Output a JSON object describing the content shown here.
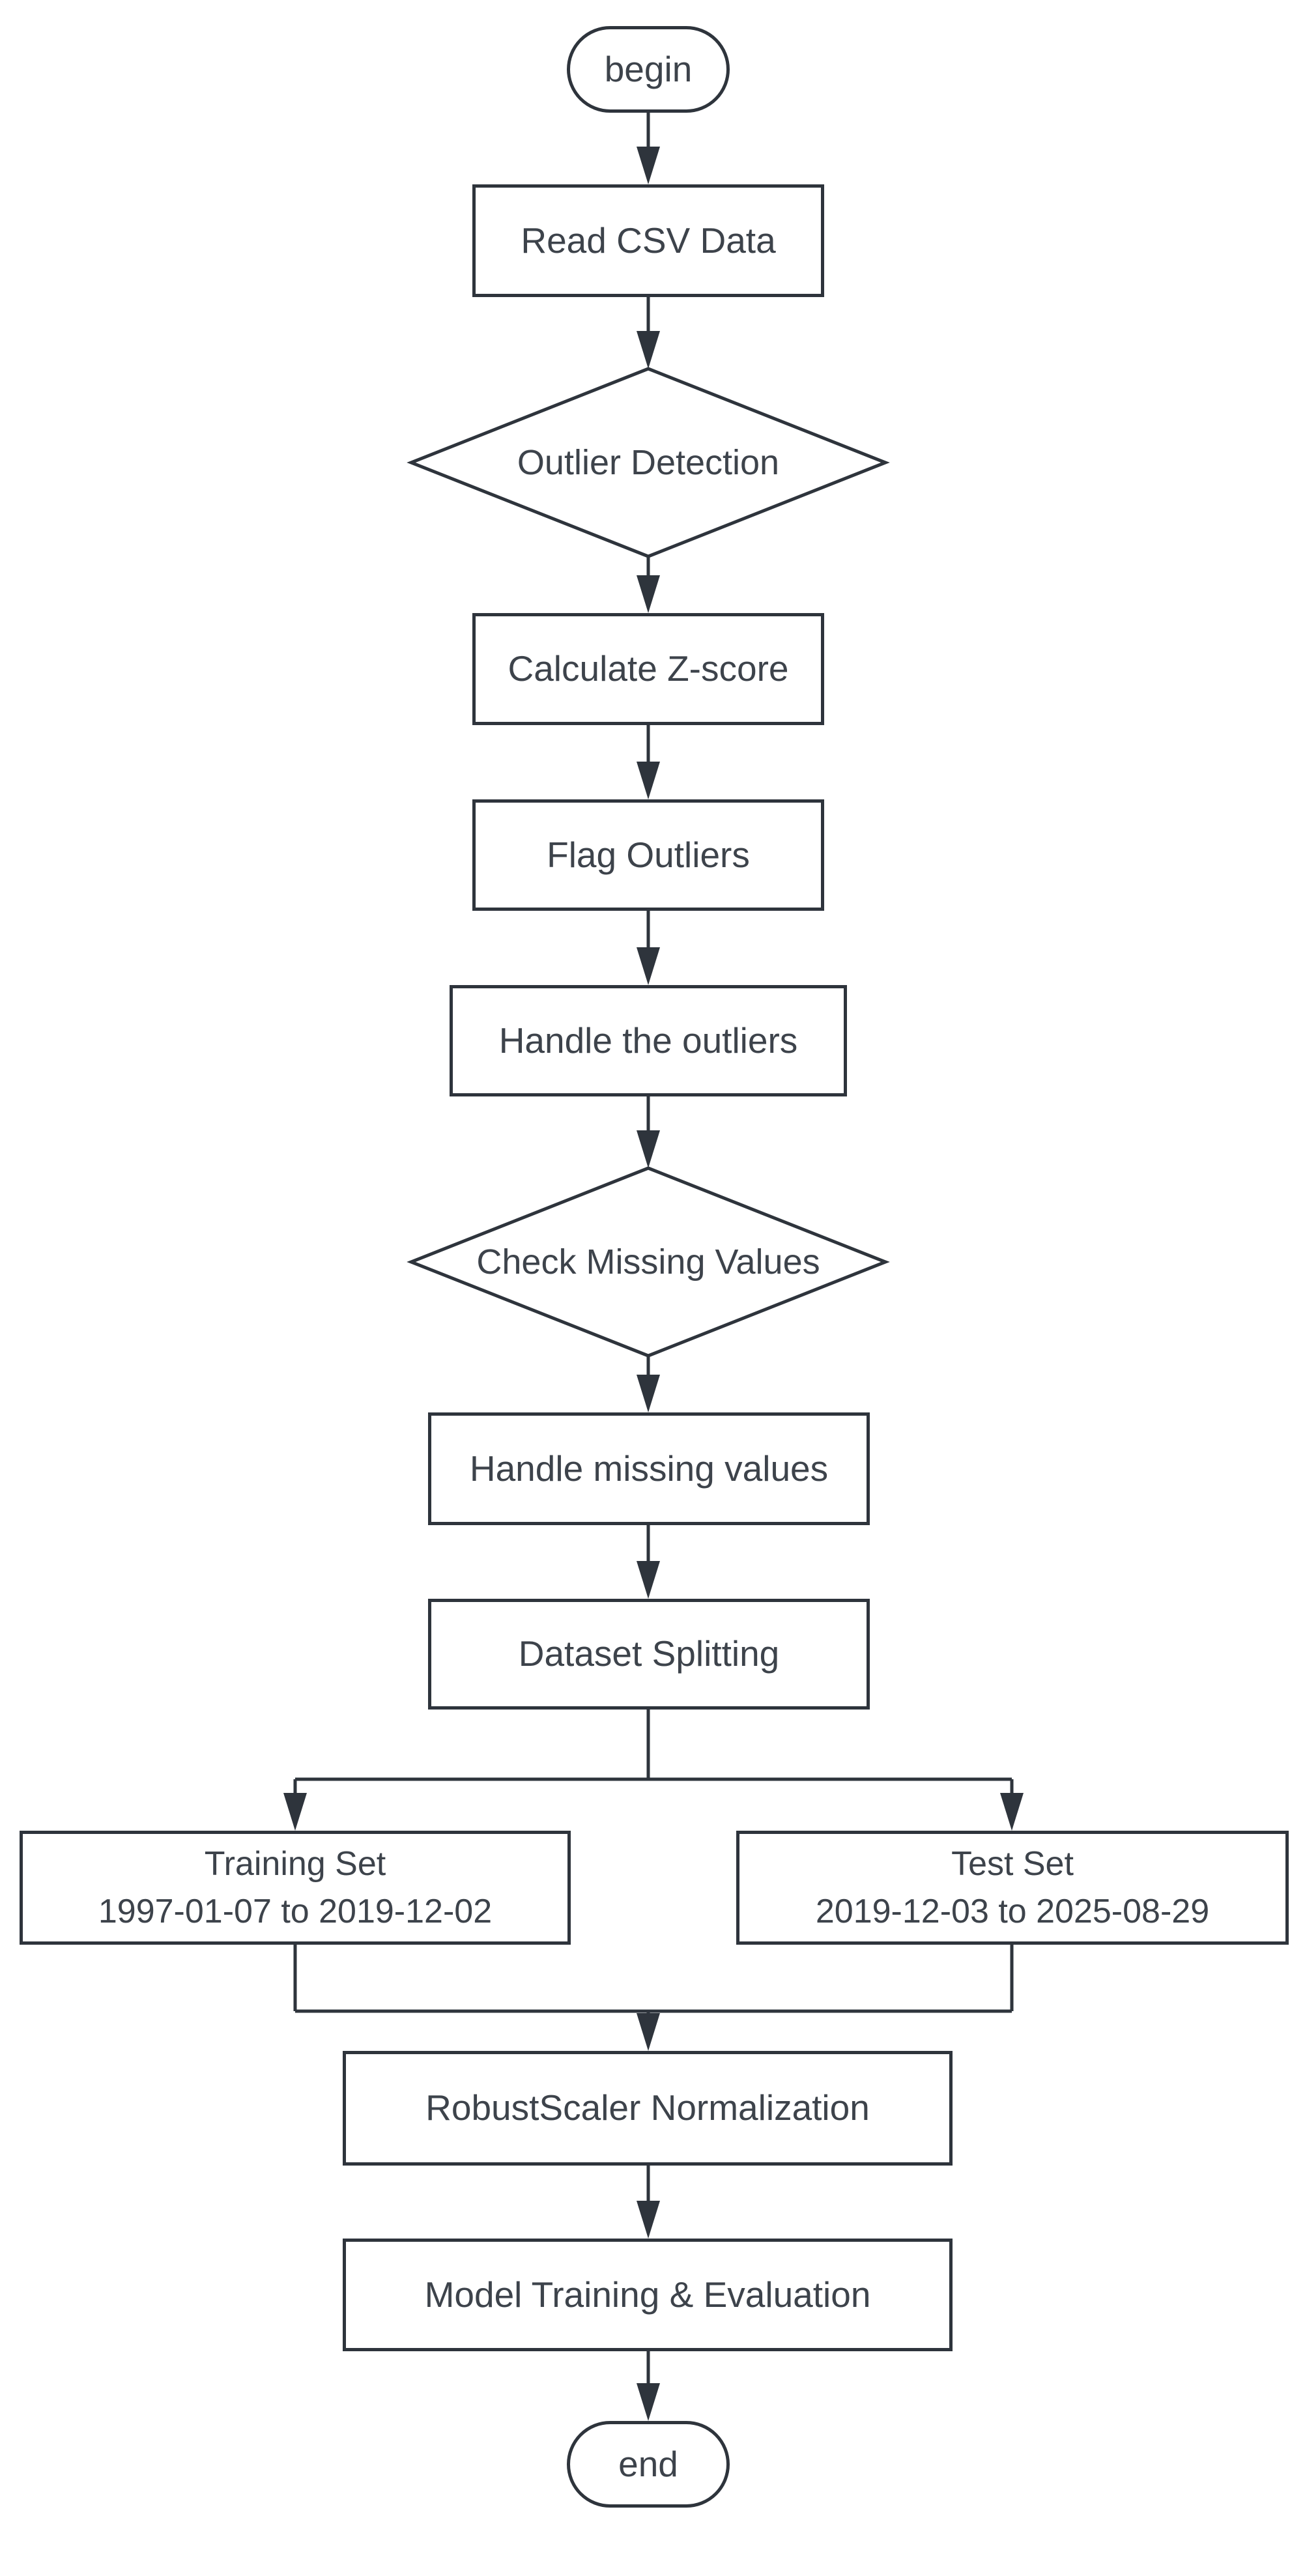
{
  "flowchart": {
    "nodes": {
      "begin": {
        "label": "begin",
        "type": "terminator"
      },
      "read_csv": {
        "label": "Read CSV Data",
        "type": "process"
      },
      "outlier_detection": {
        "label": "Outlier Detection",
        "type": "decision"
      },
      "calculate_zscore": {
        "label": "Calculate Z-score",
        "type": "process"
      },
      "flag_outliers": {
        "label": "Flag Outliers",
        "type": "process"
      },
      "handle_outliers": {
        "label": "Handle the outliers",
        "type": "process"
      },
      "check_missing_values": {
        "label": "Check Missing Values",
        "type": "decision"
      },
      "handle_missing_values": {
        "label": "Handle missing values",
        "type": "process"
      },
      "dataset_splitting": {
        "label": "Dataset Splitting",
        "type": "process"
      },
      "training_set": {
        "label": "Training Set",
        "date_range": "1997-01-07 to 2019-12-02",
        "type": "process"
      },
      "test_set": {
        "label": "Test Set",
        "date_range": "2019-12-03 to 2025-08-29",
        "type": "process"
      },
      "robustscaler": {
        "label": "RobustScaler Normalization",
        "type": "process"
      },
      "model_training": {
        "label": "Model Training & Evaluation",
        "type": "process"
      },
      "end": {
        "label": "end",
        "type": "terminator"
      }
    },
    "colors": {
      "stroke": "#2e343c",
      "text": "#3d434b",
      "node_fill": "#ffffff",
      "background": "#ffffff"
    }
  }
}
